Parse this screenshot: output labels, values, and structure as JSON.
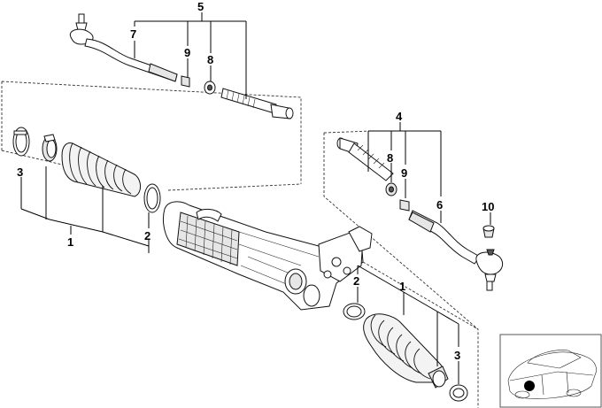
{
  "callouts": {
    "n1_left": "1",
    "n2_left": "2",
    "n3_left": "3",
    "n4": "4",
    "n5": "5",
    "n6": "6",
    "n7": "7",
    "n8_top": "8",
    "n9_top": "9",
    "n8_right": "8",
    "n9_right": "9",
    "n10": "10",
    "n1_right": "1",
    "n2_right": "2",
    "n3_right": "3"
  },
  "inset": {
    "icon": "car-location-icon",
    "marker_color": "#000000"
  },
  "colors": {
    "line": "#000000",
    "part_fill": "#ffffff",
    "shade": "#e6e6e6"
  }
}
